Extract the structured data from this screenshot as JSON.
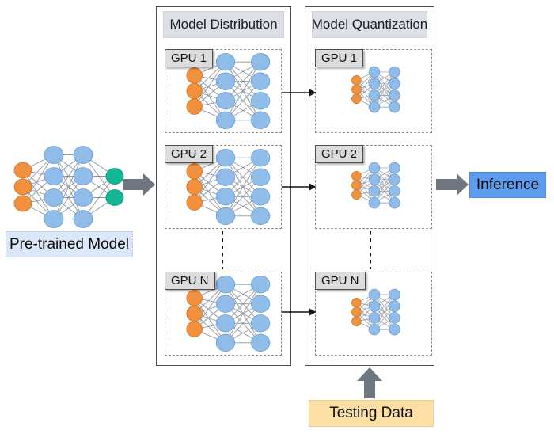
{
  "colors": {
    "node_orange": "#F2913D",
    "node_orange_stroke": "#C9752F",
    "node_blue": "#8FBCE8",
    "node_blue_stroke": "#6E9CCB",
    "node_green": "#14B795",
    "node_green_stroke": "#0F9377",
    "edge_gray": "#8E959E",
    "block_arrow": "#6E7780",
    "thin_arrow": "#141414",
    "panel_border": "#4d4d4d",
    "dashed_border": "#8c8c8c",
    "header_bg": "#DCE0E6",
    "gpu_label_bg": "#DCDCDC",
    "pretrained_bg": "#DAE8FA",
    "inference_bg": "#5C9CEF",
    "testing_bg": "#FBDFA4"
  },
  "pretrained": {
    "label": "Pre-trained Model"
  },
  "distribution": {
    "title": "Model Distribution",
    "gpus": [
      {
        "label": "GPU 1"
      },
      {
        "label": "GPU 2"
      },
      {
        "label": "GPU N"
      }
    ]
  },
  "quantization": {
    "title": "Model Quantization",
    "gpus": [
      {
        "label": "GPU 1"
      },
      {
        "label": "GPU 2"
      },
      {
        "label": "GPU N"
      }
    ]
  },
  "inference": {
    "label": "Inference"
  },
  "testing": {
    "label": "Testing Data"
  },
  "networks": {
    "pretrained": {
      "layers": [
        {
          "count": 3,
          "color_key": "node_orange"
        },
        {
          "count": 4,
          "color_key": "node_blue"
        },
        {
          "count": 4,
          "color_key": "node_blue"
        },
        {
          "count": 2,
          "color_key": "node_green"
        }
      ]
    },
    "distributed": {
      "layers": [
        {
          "count": 3,
          "color_key": "node_orange"
        },
        {
          "count": 4,
          "color_key": "node_blue"
        },
        {
          "count": 4,
          "color_key": "node_blue"
        }
      ]
    },
    "quantized": {
      "layers": [
        {
          "count": 3,
          "color_key": "node_orange"
        },
        {
          "count": 4,
          "color_key": "node_blue"
        },
        {
          "count": 4,
          "color_key": "node_blue"
        }
      ]
    }
  }
}
